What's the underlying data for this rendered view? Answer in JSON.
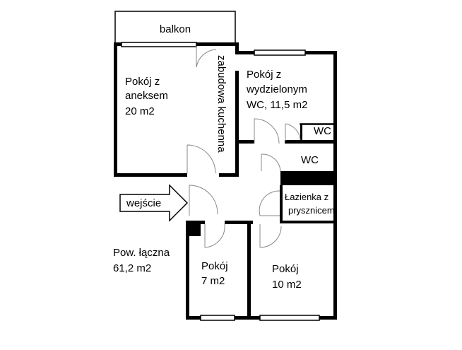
{
  "rooms": {
    "balcony": "balkon",
    "living": {
      "line1": "Pokój z",
      "line2": "aneksem",
      "line3": "20  m2"
    },
    "kitchen": "zabudowa kuchenna",
    "room_wc": {
      "line1": "Pokój z",
      "line2": "wydzielonym",
      "line3": "WC, 11,5 m2"
    },
    "wc1": "WC",
    "wc2": "WC",
    "bathroom": {
      "line1": "Łazienka z",
      "line2": "prysznicem"
    },
    "entrance": "wejście",
    "total": {
      "line1": "Pow. łączna",
      "line2": "61,2  m2"
    },
    "room7": {
      "line1": "Pokój",
      "line2": "7 m2"
    },
    "room10": {
      "line1": "Pokój",
      "line2": "10 m2"
    }
  }
}
